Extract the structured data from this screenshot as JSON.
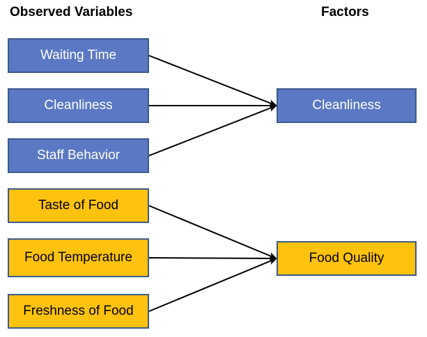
{
  "headings": {
    "observed": "Observed Variables",
    "factors": "Factors"
  },
  "colors": {
    "blue_fill": "#5a78c3",
    "gold_fill": "#ffc20e",
    "border": "#3c5a8c",
    "arrow": "#000000"
  },
  "observed_variables": [
    {
      "label": "Waiting Time",
      "color": "blue",
      "factor": 0
    },
    {
      "label": "Cleanliness",
      "color": "blue",
      "factor": 0
    },
    {
      "label": "Staff Behavior",
      "color": "blue",
      "factor": 0
    },
    {
      "label": "Taste of Food",
      "color": "gold",
      "factor": 1
    },
    {
      "label": "Food Temperature",
      "color": "gold",
      "factor": 1
    },
    {
      "label": "Freshness of Food",
      "color": "gold",
      "factor": 1
    }
  ],
  "factors": [
    {
      "label": "Cleanliness",
      "color": "blue"
    },
    {
      "label": "Food Quality",
      "color": "gold"
    }
  ]
}
